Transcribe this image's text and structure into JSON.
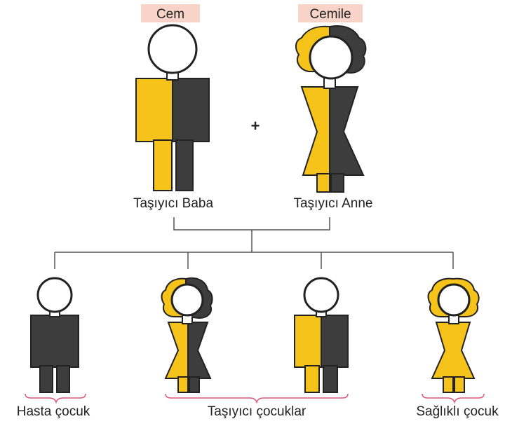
{
  "parents": {
    "father": {
      "name": "Cem",
      "role": "Taşıyıcı Baba"
    },
    "mother": {
      "name": "Cemile",
      "role": "Taşıyıcı Anne"
    },
    "plus": "+"
  },
  "children": {
    "sick_label": "Hasta çocuk",
    "carrier_label": "Taşıyıcı çocuklar",
    "healthy_label": "Sağlıklı çocuk"
  },
  "colors": {
    "carrier_yellow": "#f6c31a",
    "affected_dark": "#3d3d3d",
    "name_bg": "#f8d4c8",
    "line": "#555555",
    "brace": "#e0557a"
  }
}
